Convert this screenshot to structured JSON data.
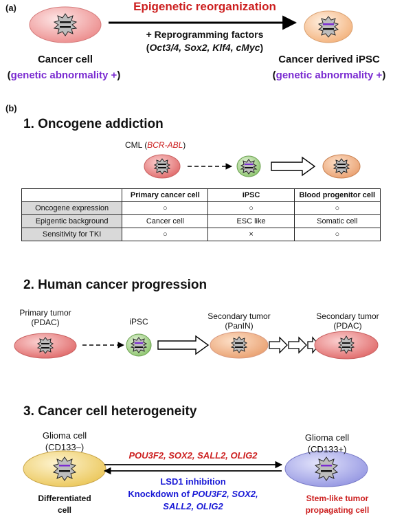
{
  "panel_a": {
    "label": "(a)",
    "title": "Epigenetic reorganization",
    "factors_line1": "+ Reprogramming factors",
    "factors_line2_open": "(",
    "factors_genes": "Oct3/4, Sox2, Klf4, cMyc",
    "factors_line2_close": ")",
    "left_cell_label": "Cancer cell",
    "right_cell_label": "Cancer derived iPSC",
    "abnormality_open": "(",
    "abnormality_text": "genetic abnormality +",
    "abnormality_close": ")"
  },
  "panel_b": {
    "label": "(b)",
    "section1": {
      "title": "1. Oncogene addiction",
      "cml_prefix": "CML (",
      "cml_gene": "BCR-ABL",
      "cml_suffix": ")",
      "table": {
        "headers": [
          "",
          "Primary cancer cell",
          "iPSC",
          "Blood progenitor cell"
        ],
        "rows": [
          {
            "label": "Oncogene expression",
            "cells": [
              "○",
              "○",
              "○"
            ]
          },
          {
            "label": "Epigentic background",
            "cells": [
              "Cancer cell",
              "ESC like",
              "Somatic cell"
            ]
          },
          {
            "label": "Sensitivity for TKI",
            "cells": [
              "○",
              "×",
              "○"
            ]
          }
        ]
      }
    },
    "section2": {
      "title": "2. Human cancer progression",
      "labels": [
        {
          "line1": "Primary tumor",
          "line2": "(PDAC)"
        },
        {
          "line1": "iPSC",
          "line2": ""
        },
        {
          "line1": "Secondary tumor",
          "line2": "(PanIN)"
        },
        {
          "line1": "Secondary tumor",
          "line2": "(PDAC)"
        }
      ]
    },
    "section3": {
      "title": "3. Cancer cell heterogeneity",
      "left_label1": "Glioma cell",
      "left_label2": "(CD133–)",
      "right_label1": "Glioma cell",
      "right_label2": "(CD133+)",
      "forward_genes": "POU3F2, SOX2, SALL2, OLIG2",
      "reverse_line1": "LSD1 inhibition",
      "reverse_line2_prefix": "Knockdown of ",
      "reverse_line2_genes": "POU3F2, SOX2,",
      "reverse_line3_genes": "SALL2, OLIG2",
      "left_caption1": "Differentiated",
      "left_caption2": "cell",
      "right_caption1": "Stem-like tumor",
      "right_caption2": "propagating cell"
    }
  },
  "colors": {
    "red": "#cc1f1f",
    "purple": "#7a2bd1",
    "blue": "#1a1ad6",
    "red_cell": "#f2a2a2",
    "orange_cell": "#f7c79e",
    "green_cell": "#a9d58f",
    "yellow_cell": "#f3dd8c",
    "blue_cell": "#b4b6ee"
  },
  "icons": [
    "cell-icon",
    "arrow-right-icon",
    "dashed-arrow-icon",
    "hollow-arrow-icon"
  ]
}
